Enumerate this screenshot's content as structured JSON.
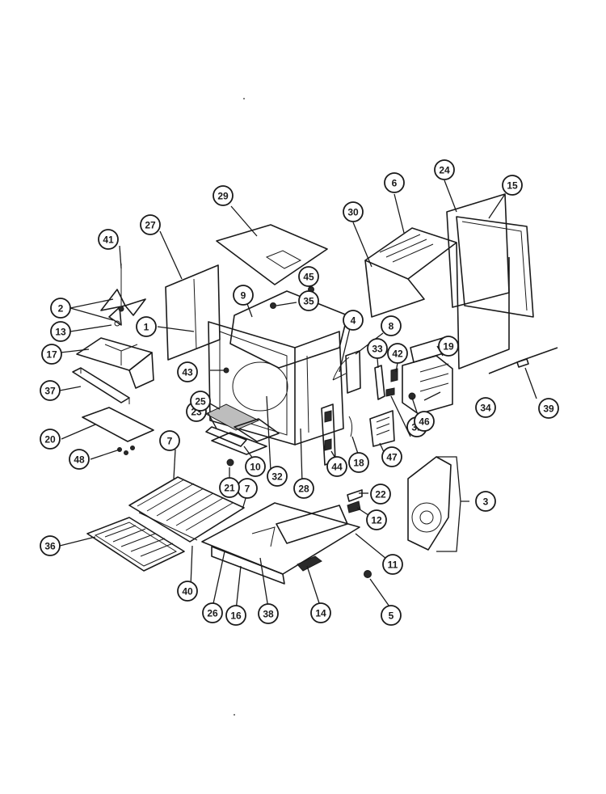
{
  "callouts": [
    {
      "label": "1"
    },
    {
      "label": "2"
    },
    {
      "label": "3"
    },
    {
      "label": "4"
    },
    {
      "label": "5"
    },
    {
      "label": "6"
    },
    {
      "label": "7"
    },
    {
      "label": "7"
    },
    {
      "label": "8"
    },
    {
      "label": "9"
    },
    {
      "label": "10"
    },
    {
      "label": "11"
    },
    {
      "label": "12"
    },
    {
      "label": "13"
    },
    {
      "label": "14"
    },
    {
      "label": "15"
    },
    {
      "label": "16"
    },
    {
      "label": "17"
    },
    {
      "label": "18"
    },
    {
      "label": "19"
    },
    {
      "label": "20"
    },
    {
      "label": "21"
    },
    {
      "label": "22"
    },
    {
      "label": "23"
    },
    {
      "label": "24"
    },
    {
      "label": "25"
    },
    {
      "label": "26"
    },
    {
      "label": "27"
    },
    {
      "label": "28"
    },
    {
      "label": "29"
    },
    {
      "label": "30"
    },
    {
      "label": "31"
    },
    {
      "label": "32"
    },
    {
      "label": "33"
    },
    {
      "label": "34"
    },
    {
      "label": "35"
    },
    {
      "label": "36"
    },
    {
      "label": "37"
    },
    {
      "label": "38"
    },
    {
      "label": "39"
    },
    {
      "label": "40"
    },
    {
      "label": "41"
    },
    {
      "label": "42"
    },
    {
      "label": "43"
    },
    {
      "label": "44"
    },
    {
      "label": "45"
    },
    {
      "label": "46"
    },
    {
      "label": "47"
    },
    {
      "label": "48"
    }
  ]
}
